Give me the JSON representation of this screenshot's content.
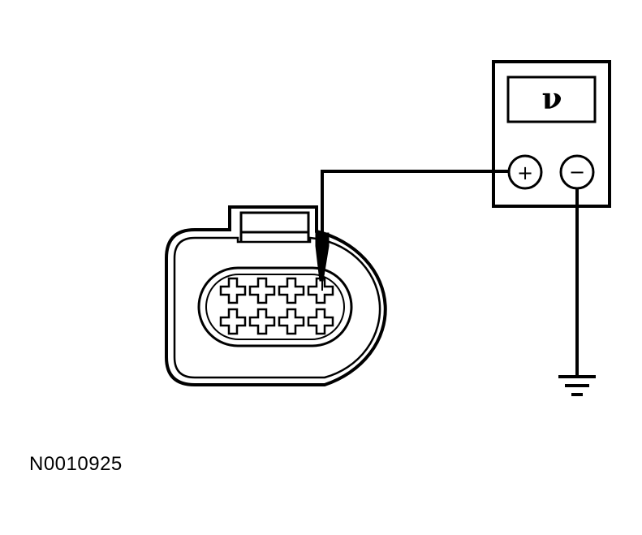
{
  "figure_id": "N0010925",
  "meter": {
    "display_symbol": "ν",
    "positive_terminal": "+",
    "negative_terminal": "−"
  },
  "connector": {
    "pin_rows": 2,
    "pins_per_row": 4
  },
  "colors": {
    "line": "#000000",
    "background": "#ffffff"
  },
  "icons": [
    "voltmeter-icon",
    "ground-symbol-icon",
    "connector-icon",
    "test-probe-icon"
  ]
}
